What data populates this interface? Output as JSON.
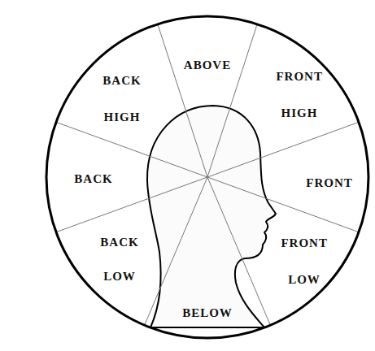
{
  "diagram": {
    "labels": [
      "ABOVE",
      "BACK HIGH",
      "FRONT HIGH",
      "BACK",
      "FRONT",
      "BACK LOW",
      "FRONT LOW",
      "BELOW"
    ]
  }
}
